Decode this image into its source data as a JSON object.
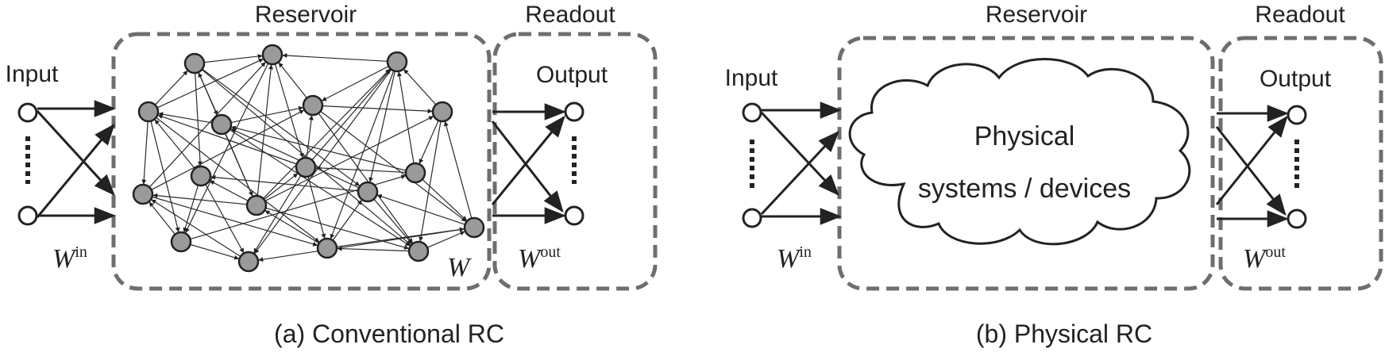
{
  "panel_a": {
    "reservoir_label": "Reservoir",
    "readout_label": "Readout",
    "input_label": "Input",
    "output_label": "Output",
    "w_in_base": "W",
    "w_in_sup": "in",
    "w_base": "W",
    "w_out_base": "W",
    "w_out_sup": "out",
    "caption": "(a)  Conventional RC"
  },
  "panel_b": {
    "reservoir_label": "Reservoir",
    "readout_label": "Readout",
    "input_label": "Input",
    "output_label": "Output",
    "cloud_line1": "Physical",
    "cloud_line2": "systems / devices",
    "w_in_base": "W",
    "w_in_sup": "in",
    "w_out_base": "W",
    "w_out_sup": "out",
    "caption": "(b) Physical RC"
  },
  "colors": {
    "dashed_box": "#6e6e6e",
    "node_fill": "#9a9a9a",
    "stroke": "#222222"
  }
}
